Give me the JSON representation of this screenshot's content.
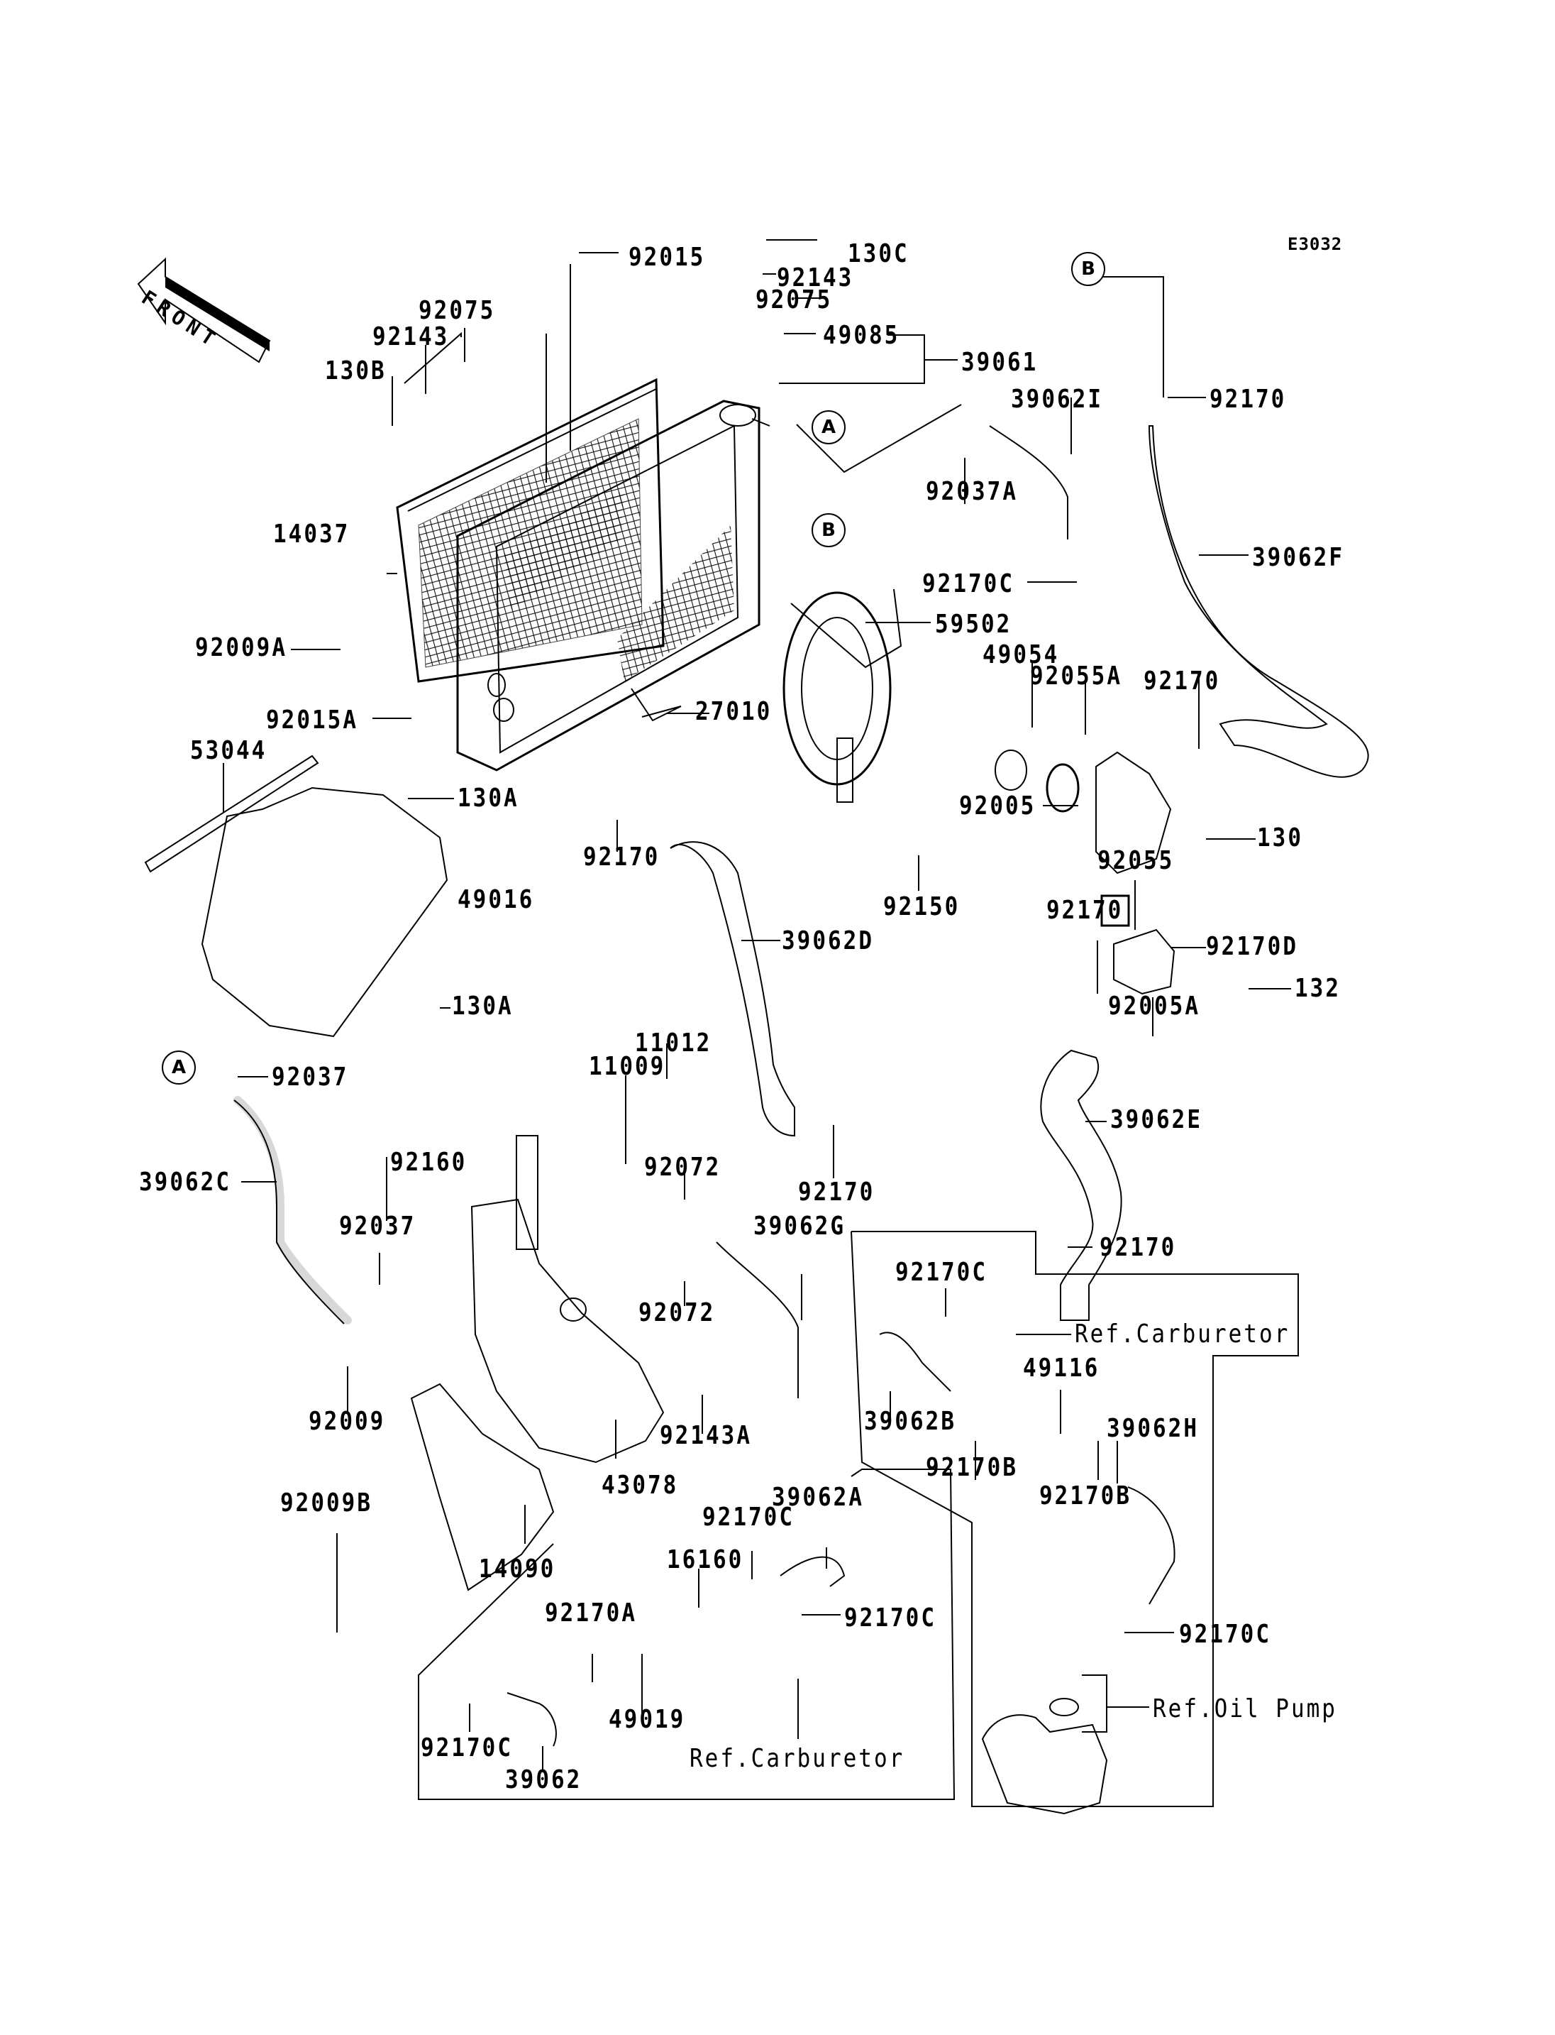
{
  "diagram": {
    "code": "E3032",
    "front_label": "FRONT",
    "callouts": {
      "a": "A",
      "b": "B"
    },
    "labels": {
      "l130c": "130C",
      "l92015": "92015",
      "l92143_top": "92143",
      "l92075_top": "92075",
      "l49085": "49085",
      "l39061": "39061",
      "l92075_left": "92075",
      "l92143_left": "92143",
      "l130b": "130B",
      "l39062i": "39062I",
      "l92170_b": "92170",
      "l92037a": "92037A",
      "l14037": "14037",
      "l39062f": "39062F",
      "l92170c_top": "92170C",
      "l59502": "59502",
      "l92009a": "92009A",
      "l49054": "49054",
      "l92055a": "92055A",
      "l92170_therm": "92170",
      "l27010": "27010",
      "l92015a": "92015A",
      "l53044": "53044",
      "l92005": "92005",
      "l130": "130",
      "l130a_top": "130A",
      "l92170_mid": "92170",
      "l92150": "92150",
      "l92055": "92055",
      "l49016": "49016",
      "l92170_left2": "92170",
      "l92170d": "92170D",
      "l39062d": "39062D",
      "l132": "132",
      "l130a_bot": "130A",
      "l92005a": "92005A",
      "l11012": "11012",
      "l11009": "11009",
      "l92037": "92037",
      "l39062e": "39062E",
      "l39062c": "39062C",
      "l92160": "92160",
      "l92072_top": "92072",
      "l92170_hose": "92170",
      "l92037_mid": "92037",
      "l39062g": "39062G",
      "l92170_bot": "92170",
      "l92170c_r1": "92170C",
      "l92072_bot": "92072",
      "ref_carb_1": "Ref.Carburetor",
      "l49116": "49116",
      "l92009": "92009",
      "l92143a": "92143A",
      "l39062b": "39062B",
      "l39062h": "39062H",
      "l92170b_1": "92170B",
      "l43078": "43078",
      "l92170b_2": "92170B",
      "l92009b": "92009B",
      "l39062a": "39062A",
      "l92170c_box1": "92170C",
      "l16160": "16160",
      "l14090": "14090",
      "l92170c_box2": "92170C",
      "l92170c_r2": "92170C",
      "l92170a": "92170A",
      "ref_oil_pump": "Ref.Oil Pump",
      "l92170c_box3": "92170C",
      "l49019": "49019",
      "ref_carb_2": "Ref.Carburetor",
      "l39062": "39062"
    }
  }
}
